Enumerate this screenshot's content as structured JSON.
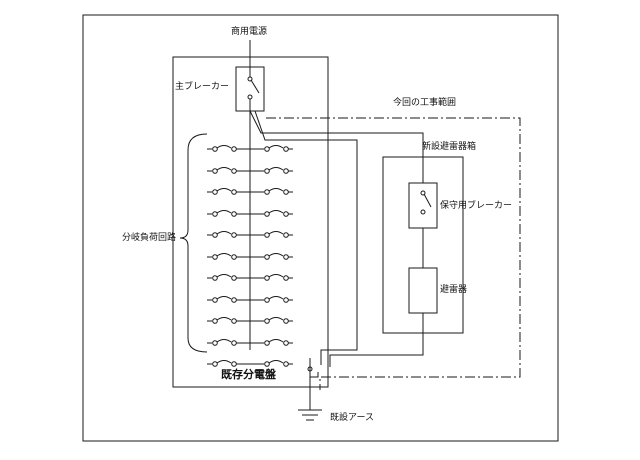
{
  "labels": {
    "commercial_power": "商用電源",
    "main_breaker": "主ブレーカー",
    "branch_load_circuits": "分岐負荷回路",
    "existing_panel": "既存分電盤",
    "work_scope": "今回の工事範囲",
    "new_arrester_box": "新設避雷器箱",
    "protective_breaker": "保守用ブレーカー",
    "arrester": "避雷器",
    "existing_earth": "既設アース"
  },
  "colors": {
    "line": "#1a1a1a",
    "background": "#ffffff"
  }
}
